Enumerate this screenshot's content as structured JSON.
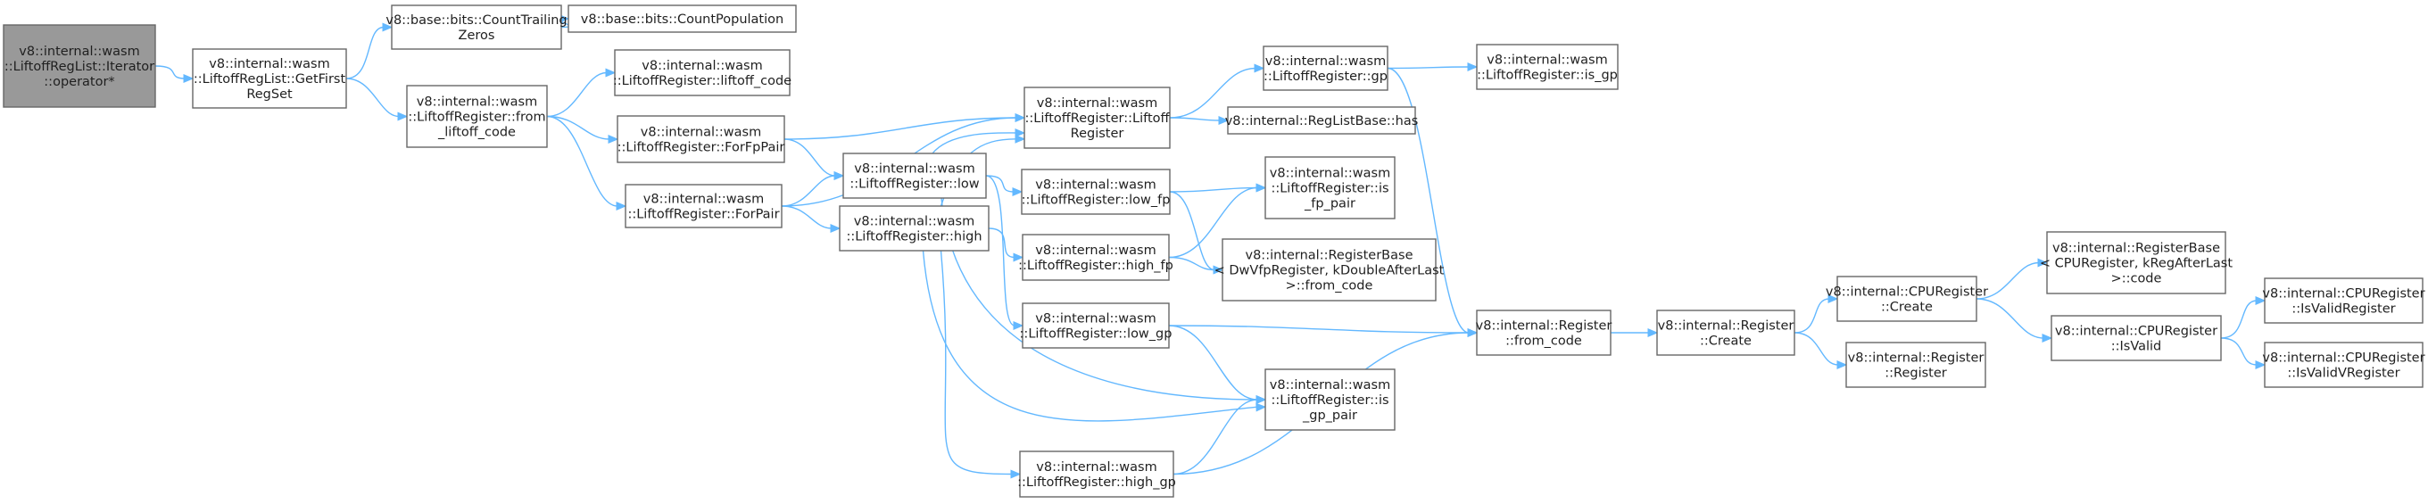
{
  "graph": {
    "title": "",
    "nodes": [
      {
        "id": "n0",
        "lines": [
          "v8::internal::wasm",
          "::LiftoffRegList::Iterator",
          "::operator*"
        ],
        "highlight": true
      },
      {
        "id": "n1",
        "lines": [
          "v8::internal::wasm",
          "::LiftoffRegList::GetFirst",
          "RegSet"
        ]
      },
      {
        "id": "n2",
        "lines": [
          "v8::base::bits::CountTrailing",
          "Zeros"
        ]
      },
      {
        "id": "n3",
        "lines": [
          "v8::base::bits::CountPopulation"
        ]
      },
      {
        "id": "n4",
        "lines": [
          "v8::internal::wasm",
          "::LiftoffRegister::from",
          "_liftoff_code"
        ]
      },
      {
        "id": "n5",
        "lines": [
          "v8::internal::wasm",
          "::LiftoffRegister::liftoff_code"
        ]
      },
      {
        "id": "n6",
        "lines": [
          "v8::internal::wasm",
          "::LiftoffRegister::ForFpPair"
        ]
      },
      {
        "id": "n7",
        "lines": [
          "v8::internal::wasm",
          "::LiftoffRegister::ForPair"
        ]
      },
      {
        "id": "n8",
        "lines": [
          "v8::internal::wasm",
          "::LiftoffRegister::Liftoff",
          "Register"
        ]
      },
      {
        "id": "n9",
        "lines": [
          "v8::internal::wasm",
          "::LiftoffRegister::low"
        ]
      },
      {
        "id": "n10",
        "lines": [
          "v8::internal::wasm",
          "::LiftoffRegister::high"
        ]
      },
      {
        "id": "n11",
        "lines": [
          "v8::internal::wasm",
          "::LiftoffRegister::gp"
        ]
      },
      {
        "id": "n12",
        "lines": [
          "v8::internal::RegListBase::has"
        ]
      },
      {
        "id": "n13",
        "lines": [
          "v8::internal::wasm",
          "::LiftoffRegister::is_gp"
        ]
      },
      {
        "id": "n14",
        "lines": [
          "v8::internal::wasm",
          "::LiftoffRegister::low_fp"
        ]
      },
      {
        "id": "n15",
        "lines": [
          "v8::internal::wasm",
          "::LiftoffRegister::is",
          "_fp_pair"
        ]
      },
      {
        "id": "n16",
        "lines": [
          "v8::internal::wasm",
          "::LiftoffRegister::high_fp"
        ]
      },
      {
        "id": "n17",
        "lines": [
          "v8::internal::RegisterBase",
          "< DwVfpRegister, kDoubleAfterLast",
          ">::from_code"
        ]
      },
      {
        "id": "n18",
        "lines": [
          "v8::internal::wasm",
          "::LiftoffRegister::low_gp"
        ]
      },
      {
        "id": "n19",
        "lines": [
          "v8::internal::wasm",
          "::LiftoffRegister::is",
          "_gp_pair"
        ]
      },
      {
        "id": "n20",
        "lines": [
          "v8::internal::wasm",
          "::LiftoffRegister::high_gp"
        ]
      },
      {
        "id": "n21",
        "lines": [
          "v8::internal::Register",
          "::from_code"
        ]
      },
      {
        "id": "n22",
        "lines": [
          "v8::internal::Register",
          "::Create"
        ]
      },
      {
        "id": "n23",
        "lines": [
          "v8::internal::CPURegister",
          "::Create"
        ]
      },
      {
        "id": "n24",
        "lines": [
          "v8::internal::Register",
          "::Register"
        ]
      },
      {
        "id": "n25",
        "lines": [
          "v8::internal::RegisterBase",
          "< CPURegister, kRegAfterLast",
          ">::code"
        ]
      },
      {
        "id": "n26",
        "lines": [
          "v8::internal::CPURegister",
          "::IsValid"
        ]
      },
      {
        "id": "n27",
        "lines": [
          "v8::internal::CPURegister",
          "::IsValidRegister"
        ]
      },
      {
        "id": "n28",
        "lines": [
          "v8::internal::CPURegister",
          "::IsValidVRegister"
        ]
      }
    ],
    "edges": [
      [
        "n0",
        "n1"
      ],
      [
        "n1",
        "n2"
      ],
      [
        "n1",
        "n4"
      ],
      [
        "n2",
        "n3"
      ],
      [
        "n4",
        "n5"
      ],
      [
        "n4",
        "n6"
      ],
      [
        "n4",
        "n7"
      ],
      [
        "n6",
        "n8"
      ],
      [
        "n6",
        "n9"
      ],
      [
        "n7",
        "n8"
      ],
      [
        "n7",
        "n9"
      ],
      [
        "n7",
        "n10"
      ],
      [
        "n8",
        "n11"
      ],
      [
        "n8",
        "n12"
      ],
      [
        "n11",
        "n13"
      ],
      [
        "n11",
        "n21"
      ],
      [
        "n9",
        "n8"
      ],
      [
        "n9",
        "n14"
      ],
      [
        "n9",
        "n18"
      ],
      [
        "n9",
        "n19"
      ],
      [
        "n10",
        "n8"
      ],
      [
        "n10",
        "n16"
      ],
      [
        "n10",
        "n19"
      ],
      [
        "n10",
        "n20"
      ],
      [
        "n14",
        "n15"
      ],
      [
        "n14",
        "n17"
      ],
      [
        "n16",
        "n15"
      ],
      [
        "n16",
        "n17"
      ],
      [
        "n18",
        "n19"
      ],
      [
        "n18",
        "n21"
      ],
      [
        "n20",
        "n19"
      ],
      [
        "n20",
        "n21"
      ],
      [
        "n21",
        "n22"
      ],
      [
        "n22",
        "n23"
      ],
      [
        "n22",
        "n24"
      ],
      [
        "n23",
        "n25"
      ],
      [
        "n23",
        "n26"
      ],
      [
        "n26",
        "n27"
      ],
      [
        "n26",
        "n28"
      ]
    ]
  },
  "colors": {
    "edge": "#63b8ff",
    "node_border": "#666666",
    "node_fill": "#ffffff",
    "root_fill": "#999999",
    "text": "#1f1f1f"
  }
}
